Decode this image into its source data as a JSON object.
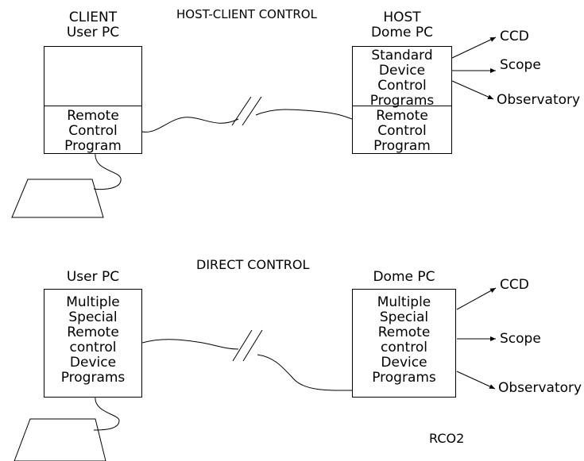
{
  "top": {
    "title": "HOST-CLIENT CONTROL",
    "client": {
      "label_line1": "CLIENT",
      "label_line2": "User  PC",
      "program_lines": [
        "Remote",
        "Control",
        "Program"
      ]
    },
    "host": {
      "label_line1": "HOST",
      "label_line2": "Dome  PC",
      "upper_lines": [
        "Standard",
        "Device",
        "Control",
        "Programs"
      ],
      "program_lines": [
        "Remote",
        "Control",
        "Program"
      ]
    },
    "outputs": [
      "CCD",
      "Scope",
      "Observatory"
    ]
  },
  "bottom": {
    "title": "DIRECT  CONTROL",
    "user": {
      "label": "User  PC",
      "program_lines": [
        "Multiple",
        "Special",
        "Remote",
        "control",
        "Device",
        "Programs"
      ]
    },
    "dome": {
      "label": "Dome  PC",
      "program_lines": [
        "Multiple",
        "Special",
        "Remote",
        "control",
        "Device",
        "Programs"
      ]
    },
    "outputs": [
      "CCD",
      "Scope",
      "Observatory"
    ]
  },
  "footer_label": "RCO2"
}
